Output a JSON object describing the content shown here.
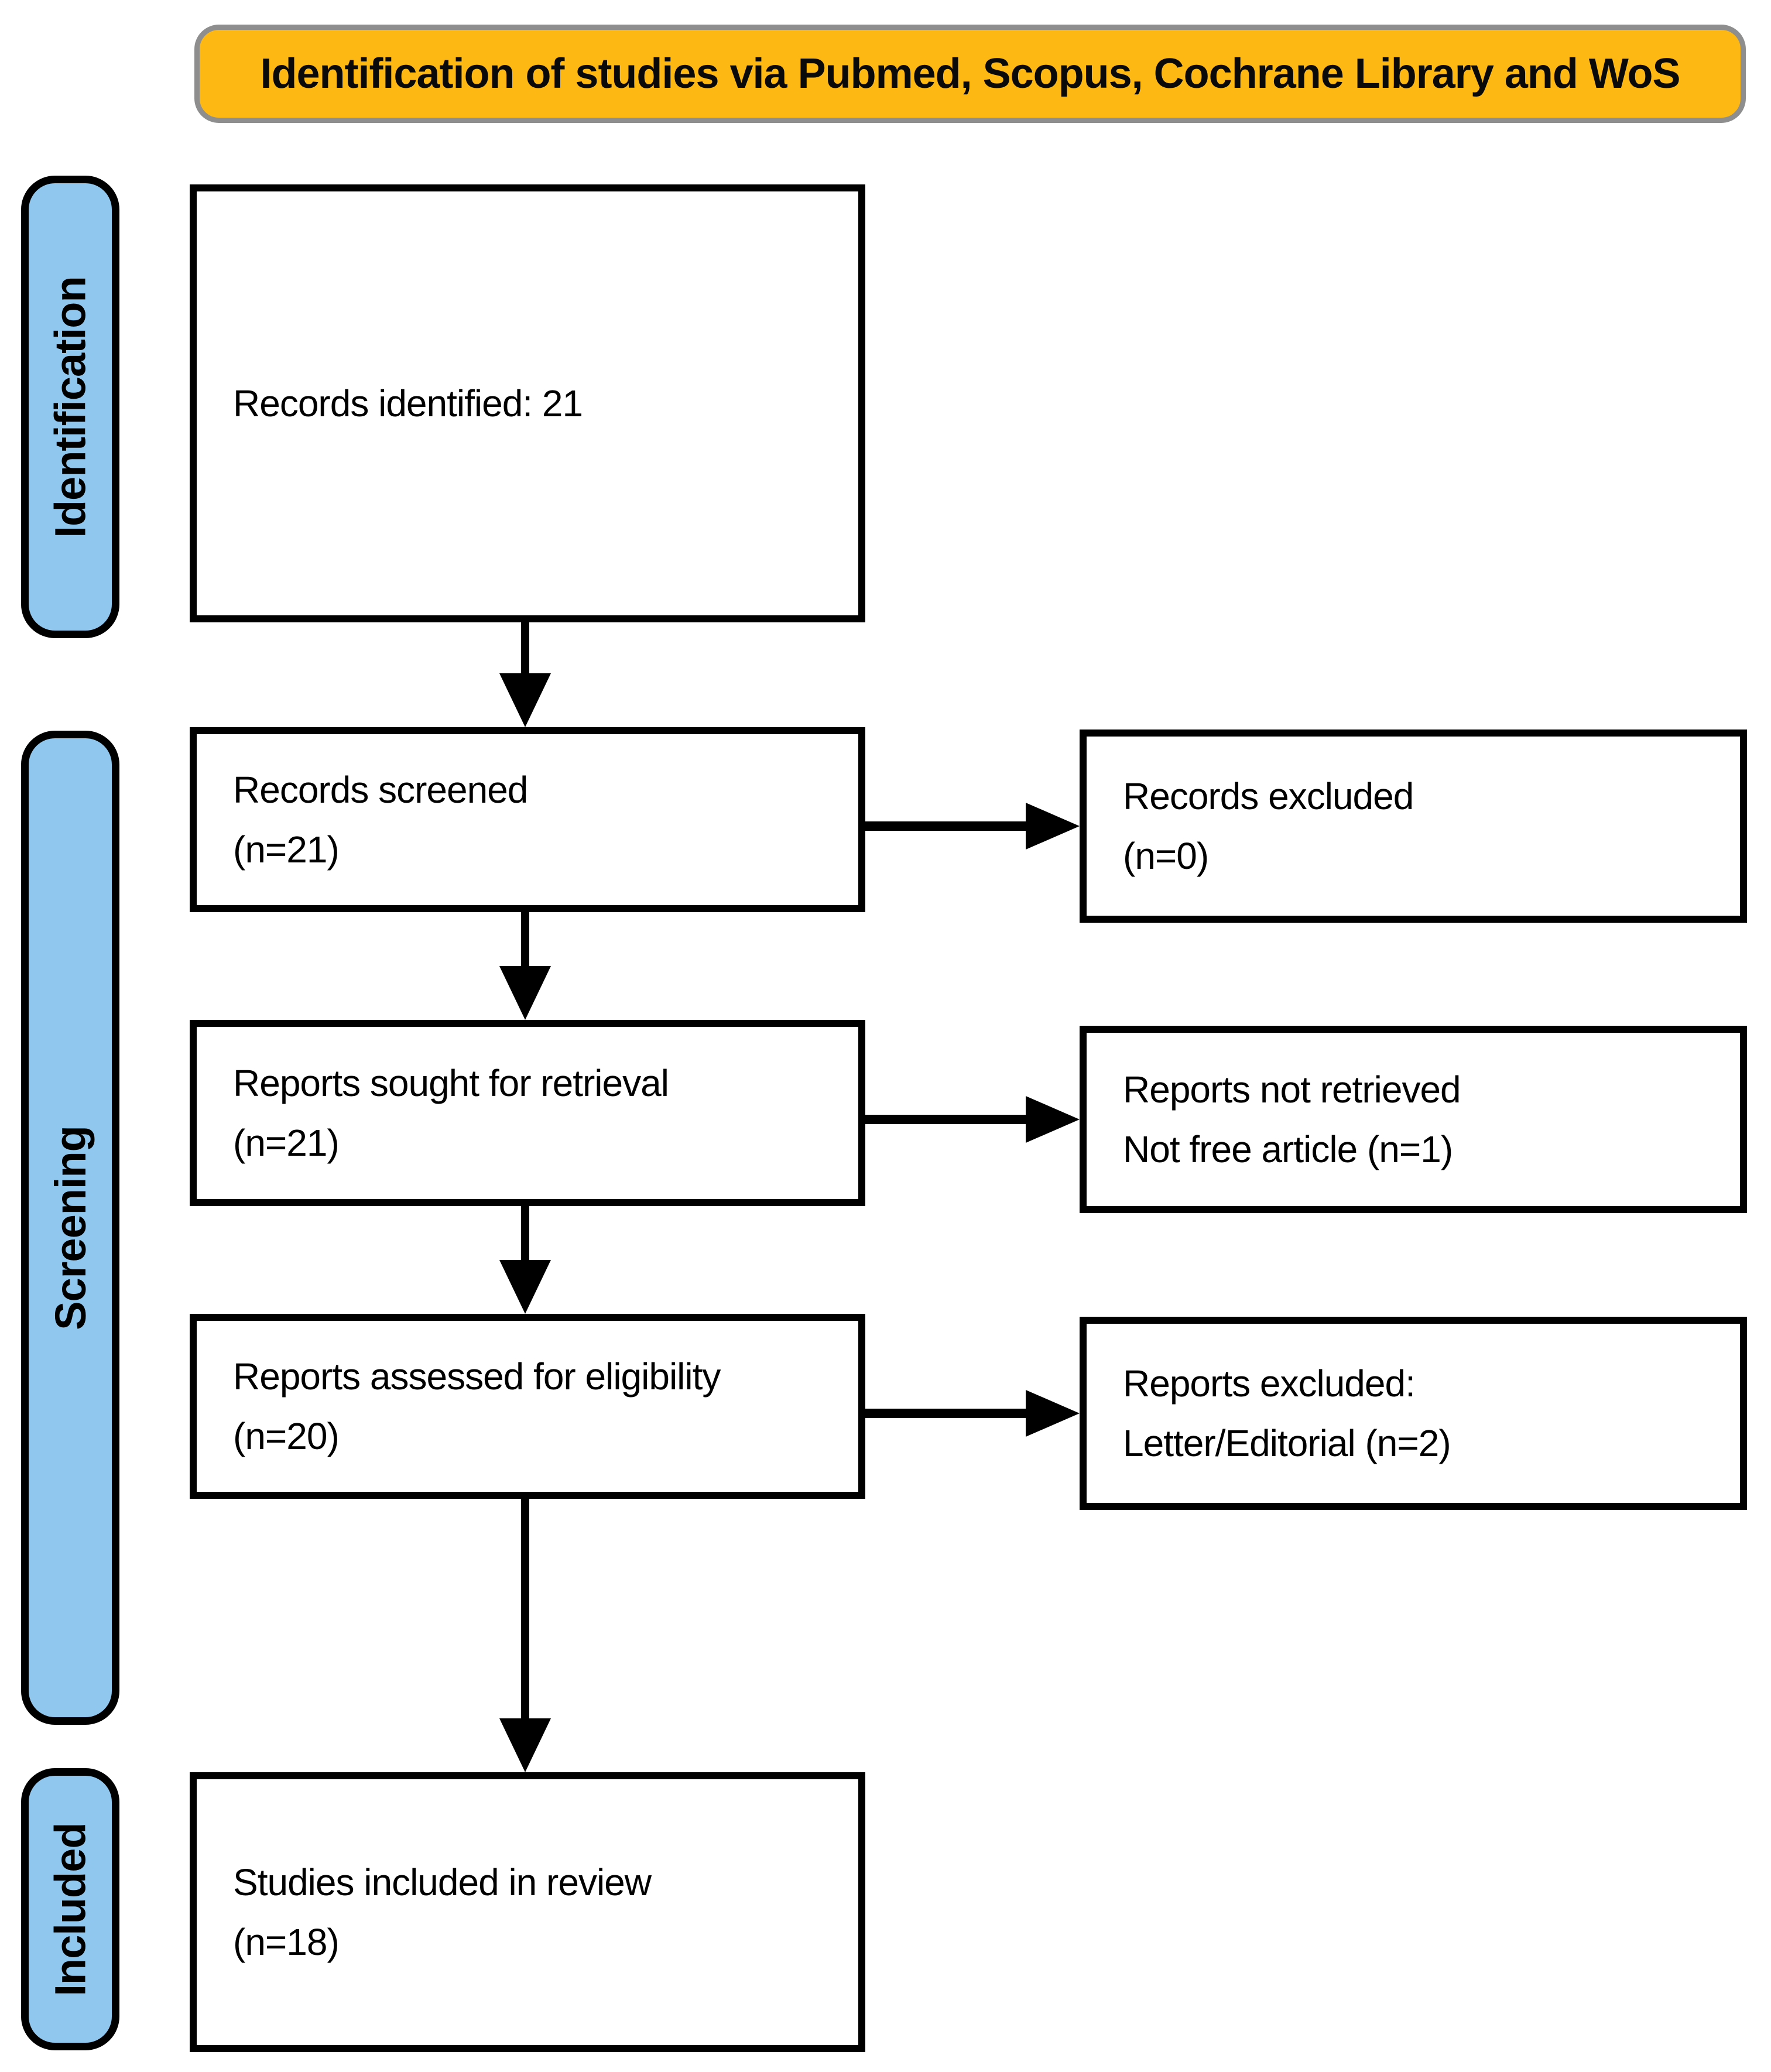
{
  "banner": {
    "title": "Identification of studies via Pubmed, Scopus, Cochrane Library and WoS"
  },
  "colors": {
    "background": "#FFFFFF",
    "banner_fill": "#FDB813",
    "banner_border": "#8E8E8E",
    "stage_fill": "#8FC7EF",
    "stage_border": "#000000",
    "box_border": "#000000",
    "arrow": "#000000",
    "text": "#000000"
  },
  "stages": [
    {
      "label": "Identification"
    },
    {
      "label": "Screening"
    },
    {
      "label": "Included"
    }
  ],
  "flow_boxes": {
    "records_identified": {
      "lines": [
        "Records identified: 21"
      ]
    },
    "records_screened": {
      "lines": [
        "Records screened",
        "(n=21)"
      ]
    },
    "reports_sought": {
      "lines": [
        "Reports sought for retrieval",
        "(n=21)"
      ]
    },
    "reports_assessed": {
      "lines": [
        "Reports assessed for eligibility",
        "(n=20)"
      ]
    },
    "studies_included": {
      "lines": [
        "Studies included in review",
        "(n=18)"
      ]
    }
  },
  "exclusion_boxes": {
    "records_excluded": {
      "lines": [
        "Records excluded",
        "(n=0)"
      ]
    },
    "reports_not_retrieved": {
      "lines": [
        "Reports not retrieved",
        "Not free article (n=1)"
      ]
    },
    "reports_excluded": {
      "lines": [
        "Reports excluded:",
        "Letter/Editorial (n=2)"
      ]
    }
  }
}
